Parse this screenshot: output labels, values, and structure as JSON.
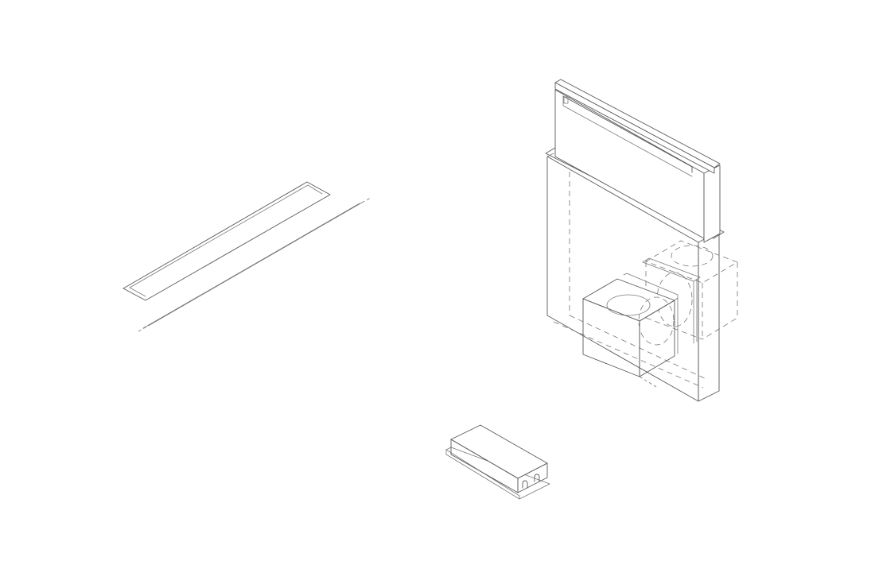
{
  "drawing": {
    "line_color": "#5a5a5a",
    "background": "#ffffff",
    "components": [
      {
        "id": "cutout-template",
        "icon": "worktop-cutout-outline"
      },
      {
        "id": "downdraft-hood",
        "icon": "downdraft-extractor-isometric"
      },
      {
        "id": "motor-unit-front",
        "icon": "fan-motor-box"
      },
      {
        "id": "motor-unit-rear",
        "icon": "fan-motor-box-alternate-position"
      },
      {
        "id": "control-box",
        "icon": "electronics-box"
      }
    ]
  }
}
